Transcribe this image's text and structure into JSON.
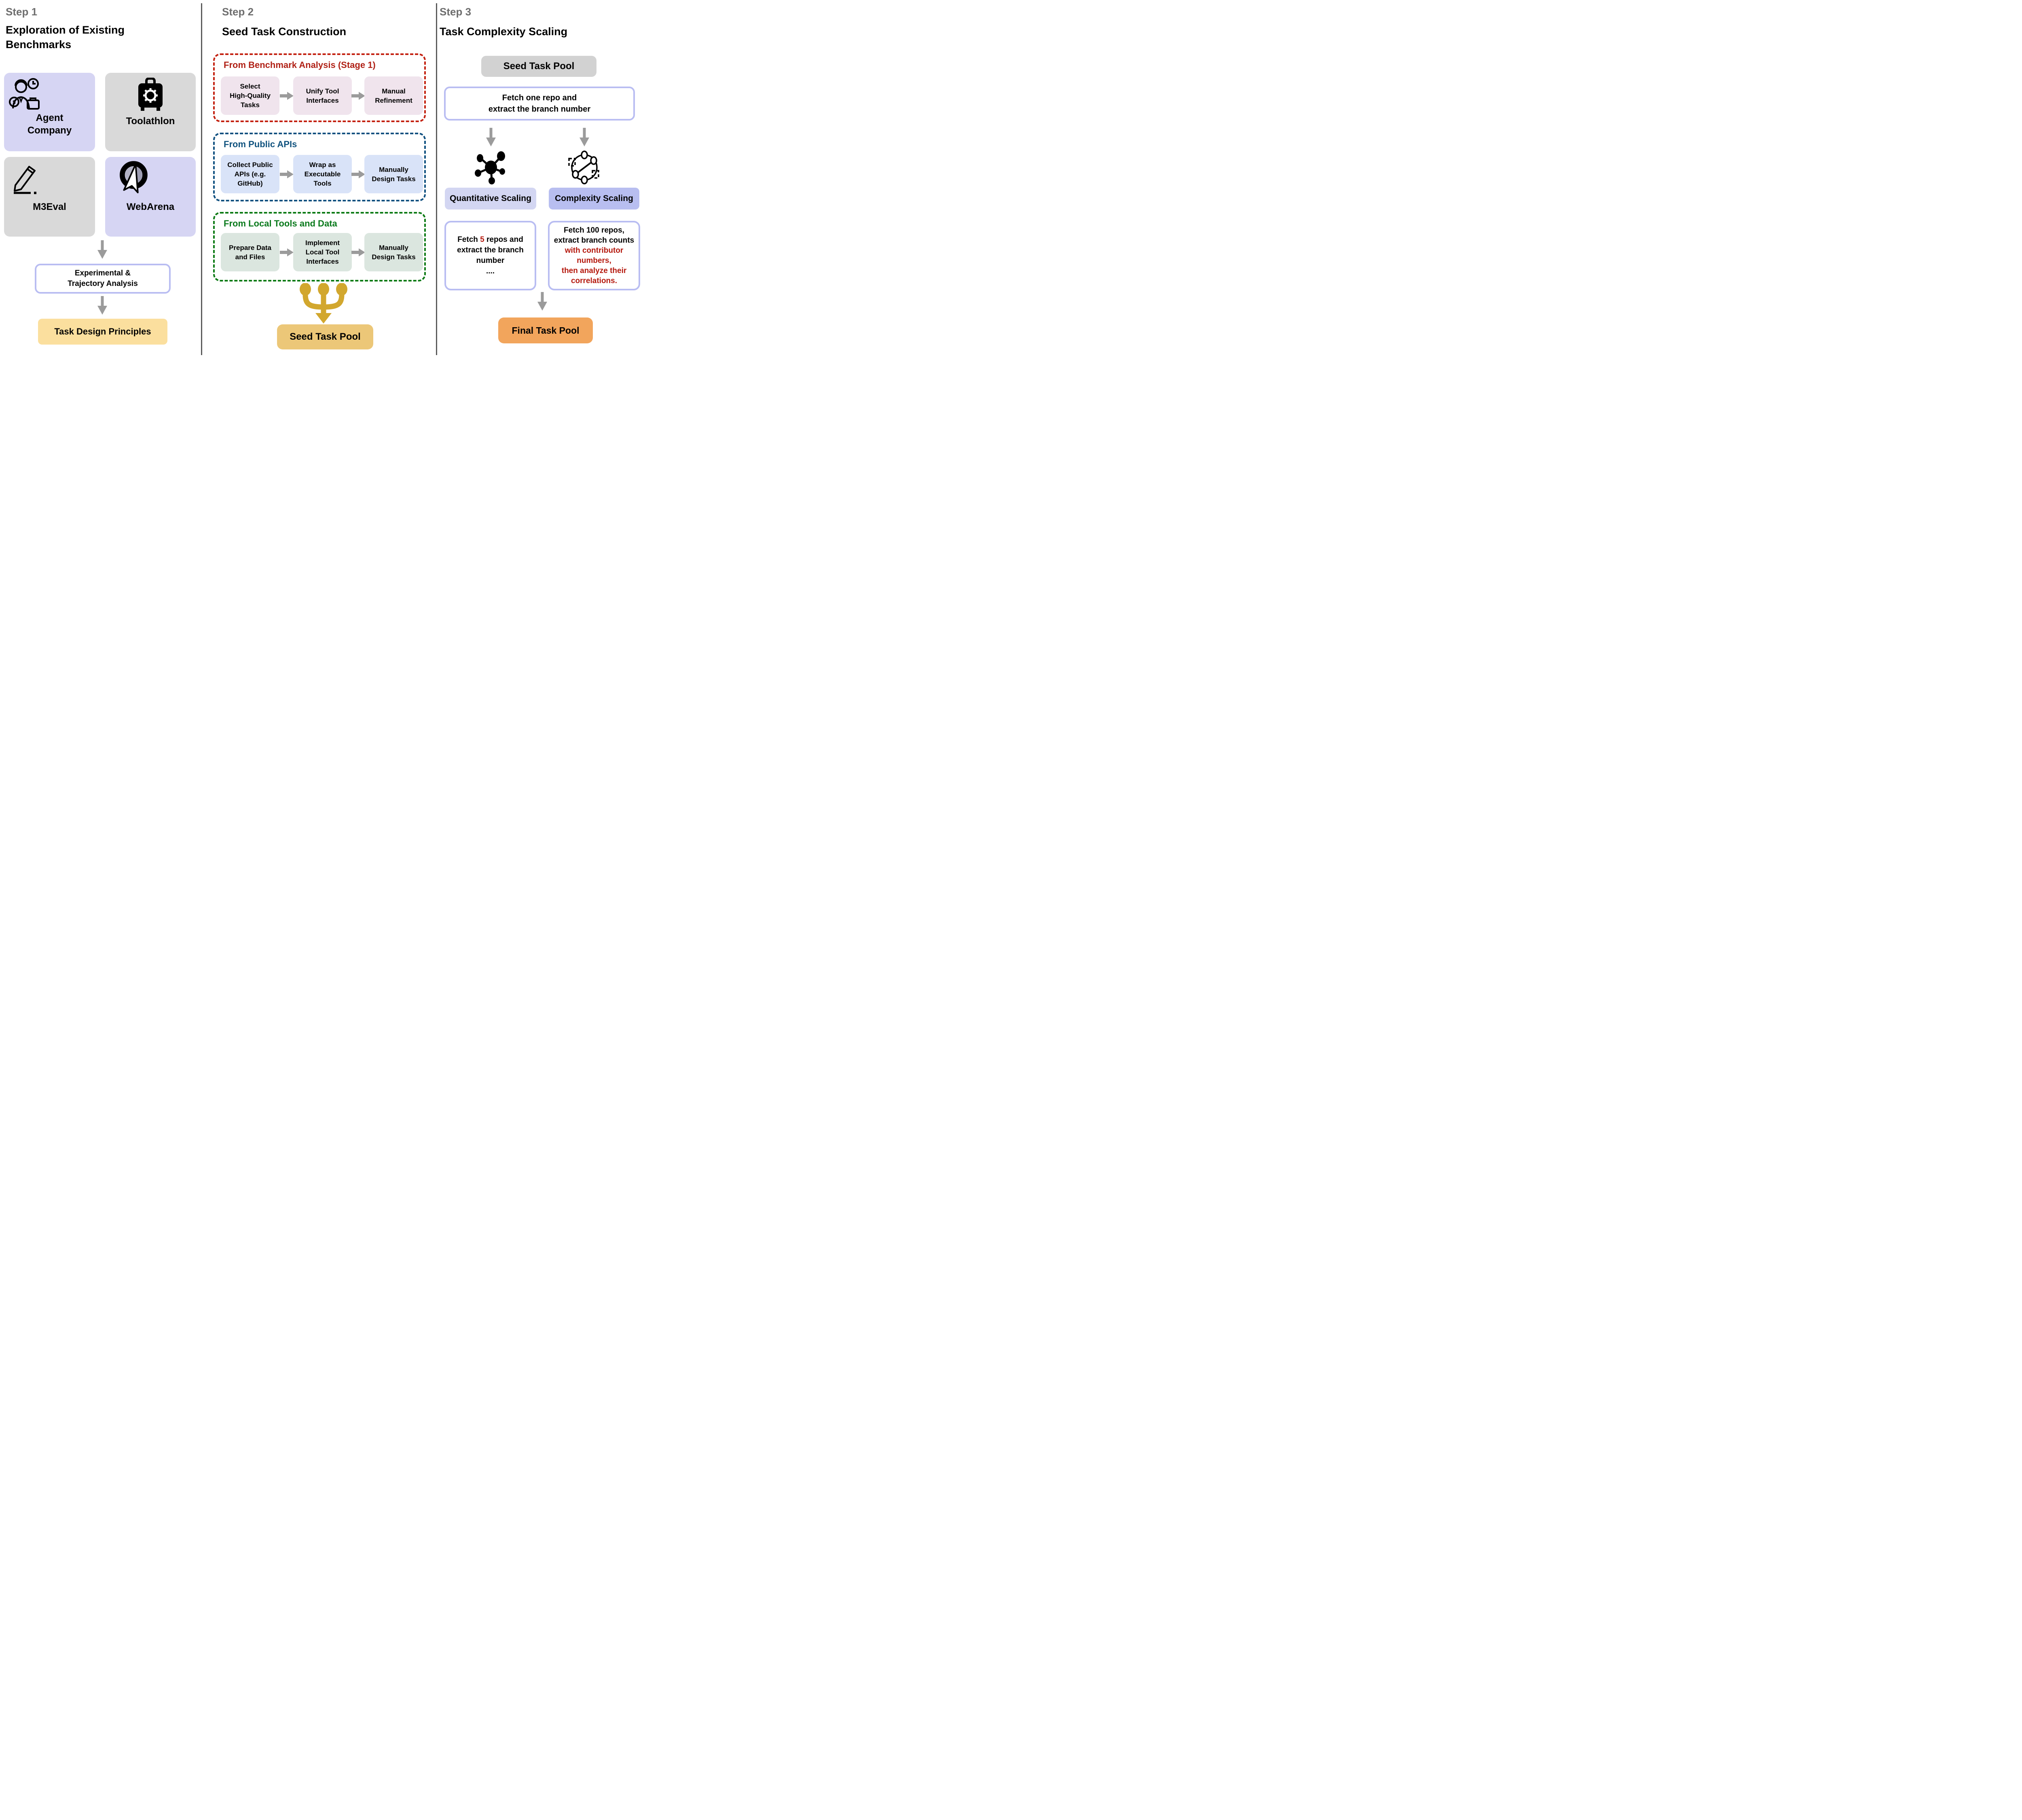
{
  "step1": {
    "step_label": "Step 1",
    "title": "Exploration of Existing\nBenchmarks",
    "cards": [
      {
        "label": "Agent\nCompany",
        "icon": "person-with-headset-clock-coin-briefcase-icon"
      },
      {
        "label": "Toolathlon",
        "icon": "suitcase-gear-icon"
      },
      {
        "label": "M3Eval",
        "icon": "pencil-icon"
      },
      {
        "label": "WebArena",
        "icon": "globe-cursor-icon"
      }
    ],
    "analysis_box": "Experimental &\nTrajectory Analysis",
    "principles_box": "Task Design Principles"
  },
  "step2": {
    "step_label": "Step 2",
    "title": "Seed Task Construction",
    "groups": [
      {
        "title": "From Benchmark Analysis (Stage 1)",
        "items": [
          "Select\nHigh-Quality\nTasks",
          "Unify Tool\nInterfaces",
          "Manual\nRefinement"
        ]
      },
      {
        "title": "From Public APIs",
        "items": [
          "Collect Public\nAPIs (e.g.\nGitHub)",
          "Wrap as\nExecutable\nTools",
          "Manually\nDesign Tasks"
        ]
      },
      {
        "title": "From Local Tools and Data",
        "items": [
          "Prepare Data\nand Files",
          "Implement\nLocal Tool\nInterfaces",
          "Manually\nDesign Tasks"
        ]
      }
    ],
    "pool_label": "Seed Task Pool"
  },
  "step3": {
    "step_label": "Step 3",
    "title": "Task Complexity Scaling",
    "seed_pool_label": "Seed Task Pool",
    "fetch_one": "Fetch one repo and\nextract the branch number",
    "quantitative_label": "Quantitative Scaling",
    "complexity_label": "Complexity Scaling",
    "fetch_five": {
      "pre": "Fetch ",
      "num": "5",
      "post": " repos and",
      "line2": "extract the branch",
      "line3": "number",
      "dots": "...."
    },
    "fetch_hundred": {
      "line1": "Fetch 100 repos,",
      "line2": "extract branch counts",
      "red_lines": [
        "with contributor",
        "numbers,",
        "then analyze their",
        "correlations."
      ]
    },
    "final_pool_label": "Final Task Pool"
  },
  "colors": {
    "accent_red": "#b02015",
    "accent_blue": "#11537f",
    "accent_green": "#0a7a1c",
    "highlight_red": "#b5190e",
    "gold": "#d2a72e",
    "seed_pool_gold": "#ecc778",
    "final_pool_orange": "#f2a55c",
    "principles_yellow": "#fbdf9e",
    "card_purple": "#d6d5f3",
    "card_gray": "#d9d9d9",
    "lavender_border": "#b9bdf2",
    "arrow_gray": "#9b9b9b"
  },
  "icons": {
    "merge": "trident-merge-arrow-icon",
    "quantitative": "hub-spokes-icon",
    "complexity": "network-graph-icon"
  }
}
